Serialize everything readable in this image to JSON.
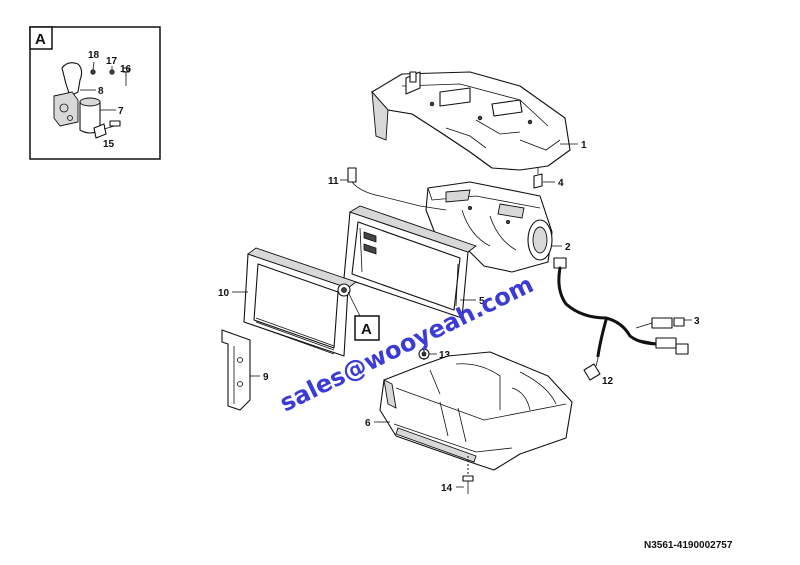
{
  "detail": {
    "label": "A"
  },
  "callouts": {
    "c1": "1",
    "c2": "2",
    "c3": "3",
    "c4": "4",
    "c5": "5",
    "c6": "6",
    "c7": "7",
    "c8": "8",
    "c9": "9",
    "c10": "10",
    "c11": "11",
    "c12": "12",
    "c13": "13",
    "c14": "14",
    "c15": "15",
    "c16": "16",
    "c17": "17",
    "c18": "18"
  },
  "marker_label": "A",
  "watermark": "sales@wooyeah.com",
  "reference": "N3561-4190002757"
}
